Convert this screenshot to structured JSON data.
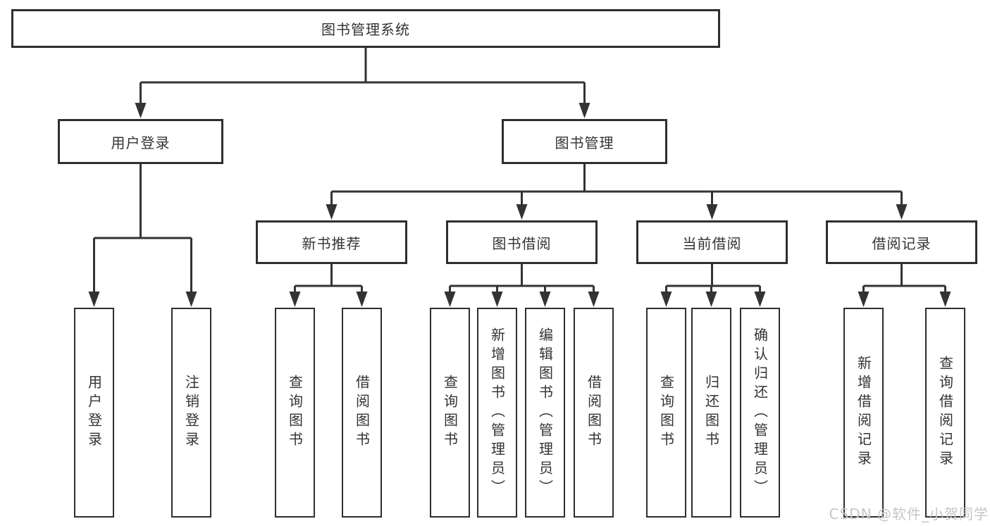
{
  "diagram": {
    "root": {
      "label": "图书管理系统",
      "children": [
        {
          "label": "用户登录",
          "children": [
            {
              "label": "用户登录"
            },
            {
              "label": "注销登录"
            }
          ]
        },
        {
          "label": "图书管理",
          "children": [
            {
              "label": "新书推荐",
              "children": [
                {
                  "label": "查询图书"
                },
                {
                  "label": "借阅图书"
                }
              ]
            },
            {
              "label": "图书借阅",
              "children": [
                {
                  "label": "查询图书"
                },
                {
                  "label": "新增图书（管理员）"
                },
                {
                  "label": "编辑图书（管理员）"
                },
                {
                  "label": "借阅图书"
                }
              ]
            },
            {
              "label": "当前借阅",
              "children": [
                {
                  "label": "查询图书"
                },
                {
                  "label": "归还图书"
                },
                {
                  "label": "确认归还（管理员）"
                }
              ]
            },
            {
              "label": "借阅记录",
              "children": [
                {
                  "label": "新增借阅记录"
                },
                {
                  "label": "查询借阅记录"
                }
              ]
            }
          ]
        }
      ]
    }
  },
  "watermark": {
    "text": "CSDN @软件_小贺同学"
  },
  "colors": {
    "line": "#333333",
    "border": "#2e2e2e",
    "text": "#333333",
    "watermark": "#c6c6c6",
    "bg": "#ffffff"
  }
}
